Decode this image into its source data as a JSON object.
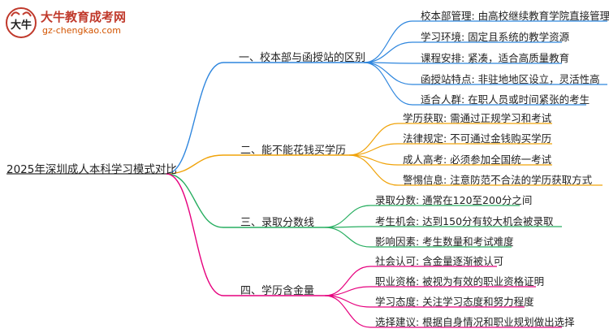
{
  "logo": {
    "mark_text": "大牛",
    "title": "大牛教育成考网",
    "url": "gz-chengkao.com"
  },
  "root": "2025年深圳成人本科学习模式对比",
  "colors": {
    "b1": "#2e86de",
    "b2": "#f0a30a",
    "b3": "#27ae60",
    "b4": "#e6007e"
  },
  "branches": [
    {
      "label": "一、校本部与函授站的区别",
      "leaves": [
        "校本部管理: 由高校继续教育学院直接管理",
        "学习环境: 固定且系统的教学资源",
        "课程安排: 紧凑，适合高质量教育",
        "函授站特点: 非驻地地区设立，灵活性高",
        "适合人群: 在职人员或时间紧张的考生"
      ]
    },
    {
      "label": "二、能不能花钱买学历",
      "leaves": [
        "学历获取: 需通过正规学习和考试",
        "法律规定: 不可通过金钱购买学历",
        "成人高考: 必须参加全国统一考试",
        "警惕信息: 注意防范不合法的学历获取方式"
      ]
    },
    {
      "label": "三、录取分数线",
      "leaves": [
        "录取分数: 通常在120至200分之间",
        "考生机会: 达到150分有较大机会被录取",
        "影响因素: 考生数量和考试难度"
      ]
    },
    {
      "label": "四、学历含金量",
      "leaves": [
        "社会认可: 含金量逐渐被认可",
        "职业资格: 被视为有效的职业资格证明",
        "学习态度: 关注学习态度和努力程度",
        "选择建议: 根据自身情况和职业规划做出选择"
      ]
    }
  ]
}
